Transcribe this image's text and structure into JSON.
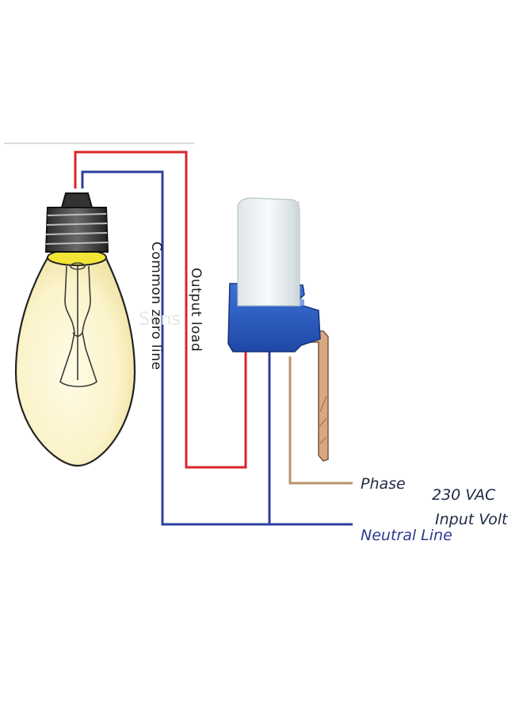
{
  "diagram": {
    "labels": {
      "common_zero_line": "Common zero line",
      "output_load": "Output load",
      "phase": "Phase",
      "voltage": "230 VAC",
      "input_volt": "Input Volt",
      "neutral_line": "Neutral Line"
    },
    "components": {
      "bulb": "light-bulb",
      "switch": "photocell-light-sensor-switch"
    },
    "colors": {
      "output_wire": "#d8262b",
      "neutral_wire": "#2e3f9e",
      "phase_wire": "#b9956c",
      "switch_body": "#2a5bc4",
      "sensor_cap": "#eef2f3",
      "bulb_glass": "#fbf6d6"
    }
  }
}
